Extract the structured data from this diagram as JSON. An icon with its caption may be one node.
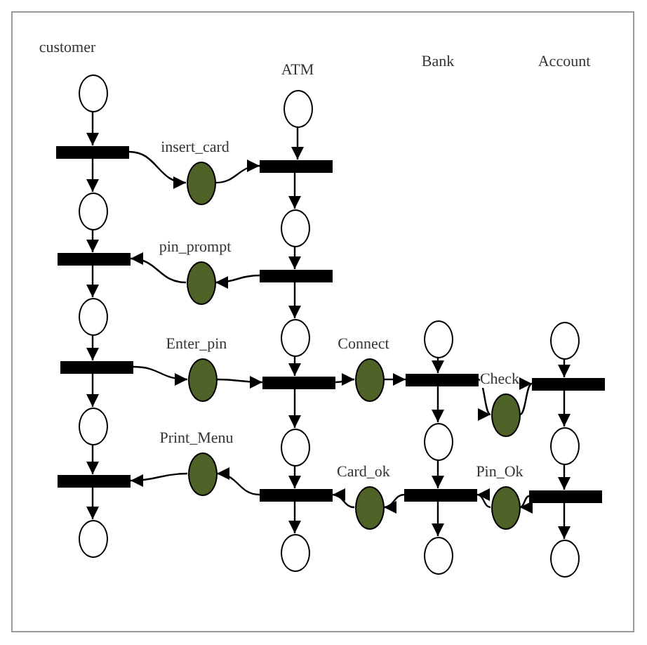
{
  "diagram": {
    "nodes": [
      {
        "text": [],
        "shape": "circle"
      },
      {
        "text": [],
        "shape": "bar"
      },
      {
        "text": [],
        "shape": "circle"
      },
      {
        "text": [],
        "shape": "bar"
      },
      {
        "text": [],
        "shape": "circle"
      },
      {
        "text": [],
        "shape": "bar"
      },
      {
        "text": [],
        "shape": "circle"
      },
      {
        "text": [],
        "shape": "bar"
      },
      {
        "text": [],
        "shape": "circle"
      },
      {
        "text": [],
        "shape": "circle",
        "beside": [
          "insert_card"
        ]
      },
      {
        "text": [],
        "shape": "circle",
        "beside": [
          "pin_prompt"
        ]
      },
      {
        "text": [],
        "shape": "circle",
        "beside": [
          "Enter_pin"
        ]
      },
      {
        "text": [],
        "shape": "circle",
        "beside": [
          "Print_Menu"
        ]
      },
      {
        "text": [],
        "shape": "circle"
      },
      {
        "text": [],
        "shape": "bar"
      },
      {
        "text": [],
        "shape": "circle"
      },
      {
        "text": [],
        "shape": "bar"
      },
      {
        "text": [],
        "shape": "circle"
      },
      {
        "text": [],
        "shape": "bar"
      },
      {
        "text": [],
        "shape": "circle"
      },
      {
        "text": [],
        "shape": "bar"
      },
      {
        "text": [],
        "shape": "circle"
      },
      {
        "text": [],
        "shape": "circle",
        "beside": [
          "Connect"
        ]
      },
      {
        "text": [],
        "shape": "circle",
        "beside": [
          "Card_ok"
        ]
      },
      {
        "text": [],
        "shape": "circle"
      },
      {
        "text": [],
        "shape": "bar"
      },
      {
        "text": [],
        "shape": "circle"
      },
      {
        "text": [],
        "shape": "bar"
      },
      {
        "text": [],
        "shape": "circle"
      },
      {
        "text": [],
        "shape": "circle",
        "beside": [
          "Check"
        ]
      },
      {
        "text": [],
        "shape": "circle",
        "beside": [
          "Pin_Ok"
        ]
      },
      {
        "text": [],
        "shape": "circle"
      },
      {
        "text": [],
        "shape": "bar"
      },
      {
        "text": [],
        "shape": "circle"
      },
      {
        "text": [],
        "shape": "bar"
      },
      {
        "text": [],
        "shape": "circle"
      }
    ],
    "edges": [
      {
        "from": 0,
        "to": 1,
        "arrow": "to"
      },
      {
        "from": 1,
        "to": 2,
        "arrow": "to"
      },
      {
        "from": 2,
        "to": 3,
        "arrow": "to"
      },
      {
        "from": 3,
        "to": 4,
        "arrow": "to"
      },
      {
        "from": 4,
        "to": 5,
        "arrow": "to"
      },
      {
        "from": 5,
        "to": 6,
        "arrow": "to"
      },
      {
        "from": 6,
        "to": 7,
        "arrow": "to"
      },
      {
        "from": 7,
        "to": 8,
        "arrow": "to"
      },
      {
        "from": 1,
        "to": 9,
        "arrow": "to"
      },
      {
        "from": 9,
        "to": 14,
        "arrow": "to"
      },
      {
        "from": 16,
        "to": 10,
        "arrow": "to"
      },
      {
        "from": 10,
        "to": 3,
        "arrow": "to"
      },
      {
        "from": 5,
        "to": 11,
        "arrow": "to"
      },
      {
        "from": 11,
        "to": 18,
        "arrow": "to"
      },
      {
        "from": 20,
        "to": 12,
        "arrow": "to"
      },
      {
        "from": 12,
        "to": 7,
        "arrow": "to"
      },
      {
        "from": 13,
        "to": 14,
        "arrow": "to"
      },
      {
        "from": 14,
        "to": 15,
        "arrow": "to"
      },
      {
        "from": 15,
        "to": 16,
        "arrow": "to"
      },
      {
        "from": 16,
        "to": 17,
        "arrow": "to"
      },
      {
        "from": 17,
        "to": 18,
        "arrow": "to"
      },
      {
        "from": 18,
        "to": 19,
        "arrow": "to"
      },
      {
        "from": 19,
        "to": 20,
        "arrow": "to"
      },
      {
        "from": 20,
        "to": 21,
        "arrow": "to"
      },
      {
        "from": 18,
        "to": 22,
        "arrow": "to"
      },
      {
        "from": 22,
        "to": 25,
        "arrow": "to"
      },
      {
        "from": 27,
        "to": 23,
        "arrow": "to"
      },
      {
        "from": 23,
        "to": 20,
        "arrow": "to"
      },
      {
        "from": 24,
        "to": 25,
        "arrow": "to"
      },
      {
        "from": 25,
        "to": 26,
        "arrow": "to"
      },
      {
        "from": 26,
        "to": 27,
        "arrow": "to"
      },
      {
        "from": 27,
        "to": 28,
        "arrow": "to"
      },
      {
        "from": 25,
        "to": 29,
        "arrow": "to"
      },
      {
        "from": 29,
        "to": 32,
        "arrow": "to"
      },
      {
        "from": 34,
        "to": 30,
        "arrow": "to"
      },
      {
        "from": 30,
        "to": 27,
        "arrow": "to"
      },
      {
        "from": 31,
        "to": 32,
        "arrow": "to"
      },
      {
        "from": 32,
        "to": 33,
        "arrow": "to"
      },
      {
        "from": 33,
        "to": 34,
        "arrow": "to"
      },
      {
        "from": 34,
        "to": 35,
        "arrow": "to"
      }
    ],
    "labels": [
      "customer",
      "ATM",
      "Bank",
      "Account"
    ]
  }
}
